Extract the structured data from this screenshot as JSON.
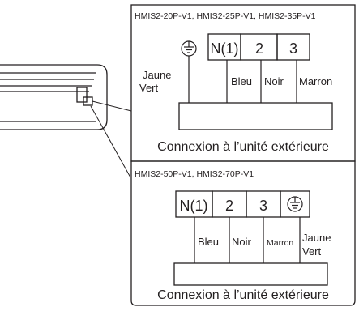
{
  "top_panel": {
    "models": "HMIS2-20P-V1, HMIS2-25P-V1, HMIS2-35P-V1",
    "terminals": [
      "N(1)",
      "2",
      "3"
    ],
    "wires": {
      "ground_line1": "Jaune",
      "ground_line2": "Vert",
      "w1": "Bleu",
      "w2": "Noir",
      "w3": "Marron"
    },
    "caption": "Connexion à l’unité extérieure"
  },
  "bottom_panel": {
    "models": "HMIS2-50P-V1, HMIS2-70P-V1",
    "terminals": [
      "N(1)",
      "2",
      "3"
    ],
    "wires": {
      "w1": "Bleu",
      "w2": "Noir",
      "w3": "Marron",
      "ground_line1": "Jaune",
      "ground_line2": "Vert"
    },
    "caption": "Connexion à l’unité extérieure"
  },
  "icons": {
    "ground": "earth-ground-icon",
    "indoor_unit": "indoor-unit-icon"
  }
}
